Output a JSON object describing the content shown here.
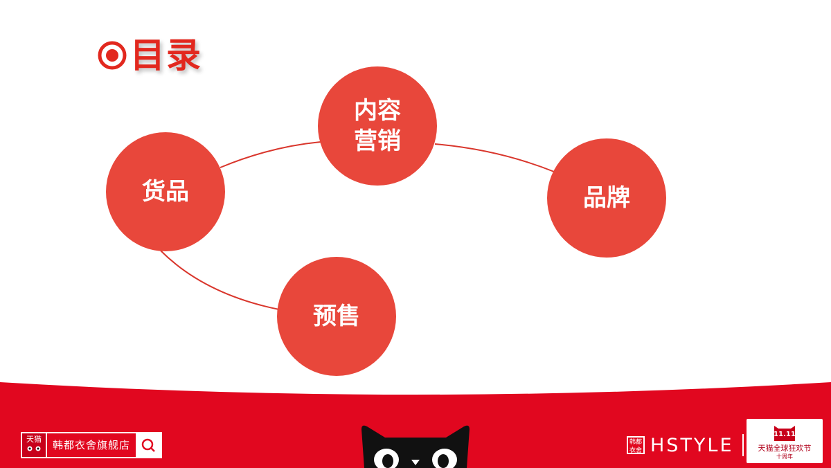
{
  "title": "目录",
  "diagram": {
    "nodes": [
      {
        "id": "neirong",
        "label": "内容\n营销"
      },
      {
        "id": "huopin",
        "label": "货品"
      },
      {
        "id": "pinpai",
        "label": "品牌"
      },
      {
        "id": "yushou",
        "label": "预售"
      }
    ],
    "edges": [
      {
        "from": "huopin",
        "to": "neirong"
      },
      {
        "from": "neirong",
        "to": "pinpai"
      },
      {
        "from": "huopin",
        "to": "yushou"
      }
    ]
  },
  "footer": {
    "tmall_label": "天猫",
    "store_name": "韩都衣舍旗舰店",
    "brand_mark": "韩都\n衣舍",
    "brand_name": "HSTYLE",
    "double11_logo": "11.11",
    "double11_text": "天猫全球狂欢节",
    "double11_sub": "十周年"
  },
  "colors": {
    "accent_red": "#e2281e",
    "node_fill": "#e8473b",
    "footer_red": "#e1071f",
    "connector": "#d9362c"
  },
  "icons": {
    "title_bullet": "target-icon",
    "search": "search-icon",
    "mascot": "tmall-cat-icon"
  }
}
